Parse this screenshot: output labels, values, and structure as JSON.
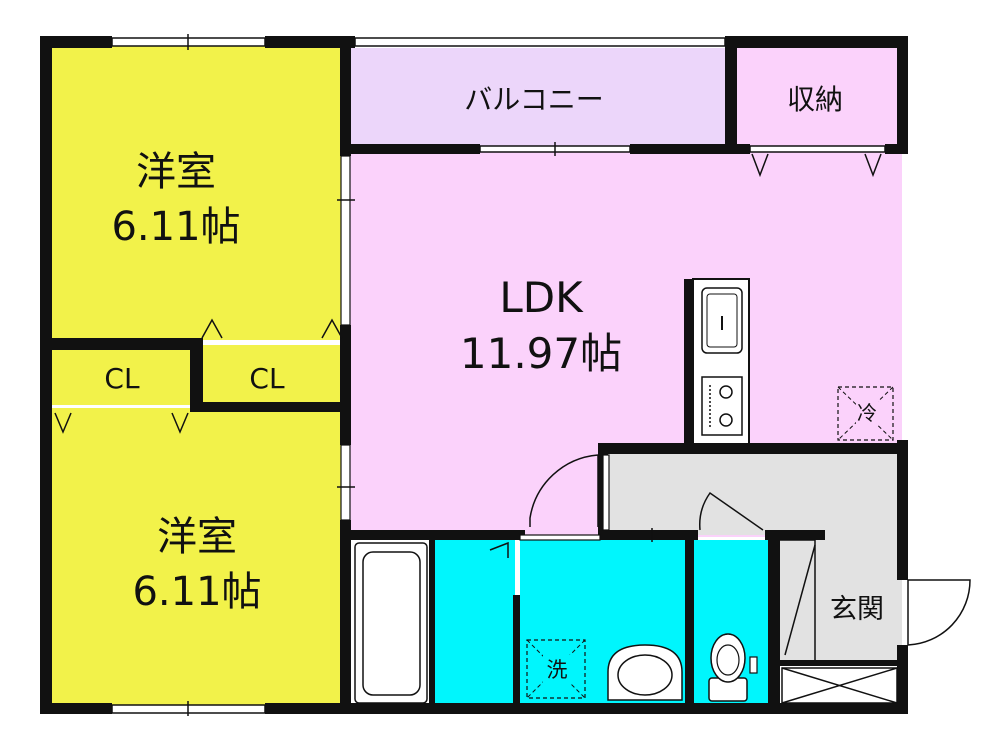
{
  "rooms": {
    "western_top": {
      "name": "洋室",
      "size": "6.11帖"
    },
    "western_bottom": {
      "name": "洋室",
      "size": "6.11帖"
    },
    "closet_left": {
      "name": "CL"
    },
    "closet_right": {
      "name": "CL"
    },
    "balcony": {
      "name": "バルコニー"
    },
    "storage": {
      "name": "収納"
    },
    "ldk": {
      "name": "LDK",
      "size": "11.97帖"
    },
    "entrance": {
      "name": "玄関"
    }
  },
  "symbols": {
    "refrigerator": "冷",
    "washer": "洗"
  },
  "colors": {
    "western_room": "#f2f24a",
    "ldk": "#fbd2fb",
    "balcony": "#ecd6fa",
    "storage": "#fbd2fb",
    "wet_area": "#00f6fd",
    "hallway": "#e2e2e2",
    "wall": "#111111"
  }
}
